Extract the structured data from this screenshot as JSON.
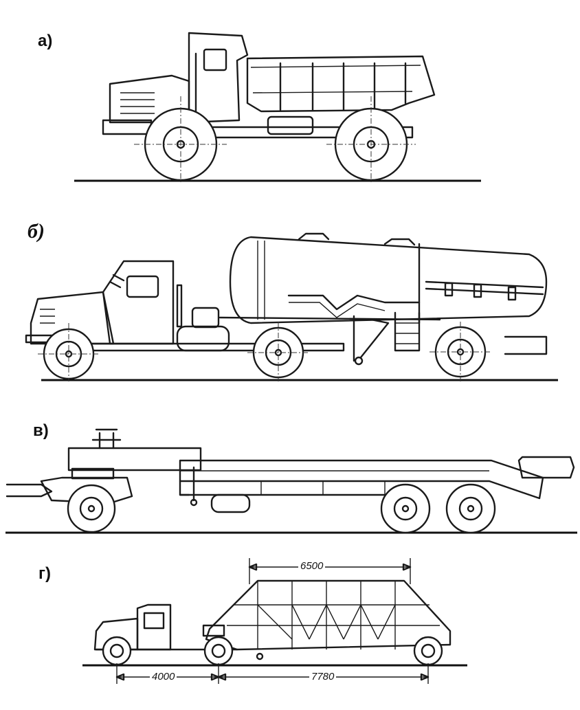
{
  "panels": [
    {
      "id": "a",
      "label": "а)"
    },
    {
      "id": "b",
      "label": "б)"
    },
    {
      "id": "v",
      "label": "в)"
    },
    {
      "id": "g",
      "label": "г)"
    }
  ],
  "dimensions": {
    "body_length": "6500",
    "tractor_wheelbase": "4000",
    "trailer_length": "7780"
  }
}
